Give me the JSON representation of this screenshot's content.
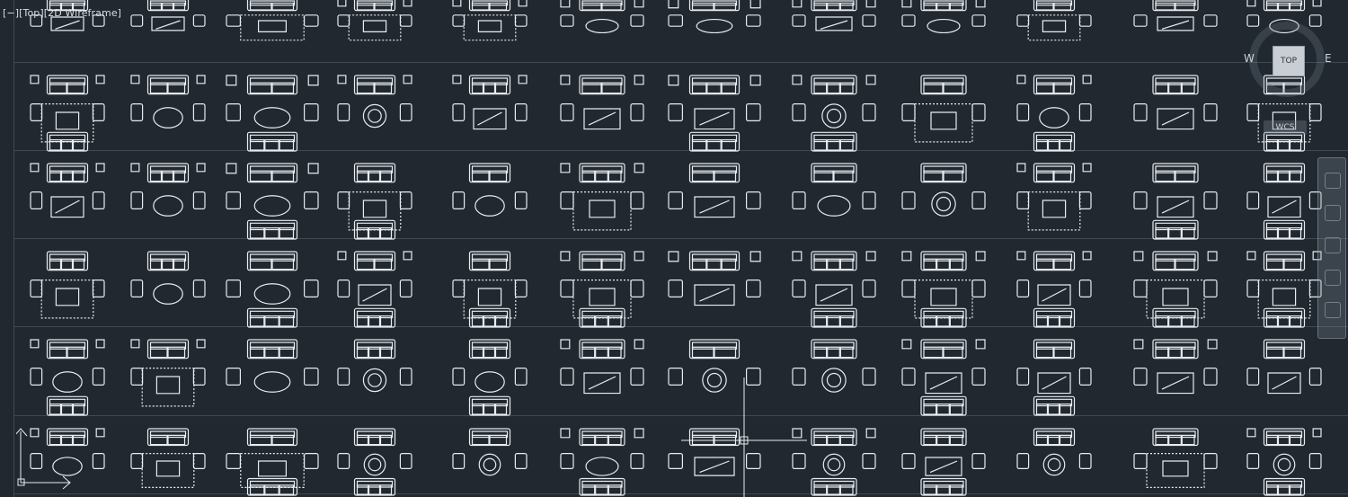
{
  "viewport": {
    "label_parts": [
      "[−]",
      "[Top]",
      "[2D Wireframe]"
    ],
    "background": "#212830",
    "line_color": "#e8ecef",
    "grid_color": "#3f4a57"
  },
  "viewcube": {
    "top_label": "TOP",
    "west_label": "W",
    "east_label": "E",
    "wcs_label": "WCS"
  },
  "navigation_bar": {
    "buttons": [
      "steeringwheel-icon",
      "pan-icon",
      "zoom-icon",
      "orbit-icon",
      "showmotion-icon"
    ]
  },
  "drawing": {
    "rows": 6,
    "blocks_per_row": 12,
    "content": "furniture block library - living room sofa sets in plan view"
  }
}
